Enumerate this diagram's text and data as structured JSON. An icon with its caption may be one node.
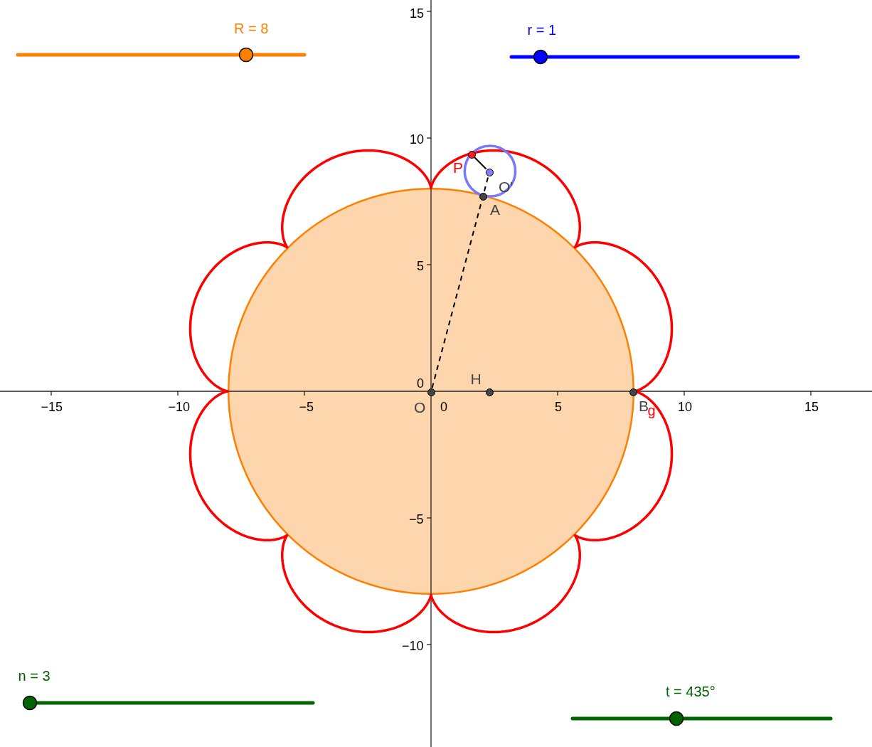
{
  "diagram": {
    "nodes": [
      {
        "text": [
          "P"
        ]
      },
      {
        "text": [
          "O'"
        ]
      },
      {
        "text": [
          "A"
        ]
      },
      {
        "text": [
          "O"
        ]
      },
      {
        "text": [
          "H"
        ]
      },
      {
        "text": [
          "B"
        ]
      }
    ],
    "edges": [
      {
        "from": 3,
        "to": 1,
        "arrow": "none",
        "style": "dashed"
      },
      {
        "from": 1,
        "to": 0,
        "arrow": "none"
      }
    ],
    "labels": [
      "R = 8",
      "r = 1",
      "15",
      "10",
      "5",
      "0",
      "−15",
      "−10",
      "−5",
      "0",
      "5",
      "10",
      "15",
      "g",
      "−5",
      "−10",
      "n = 3",
      "t = 435°"
    ]
  }
}
